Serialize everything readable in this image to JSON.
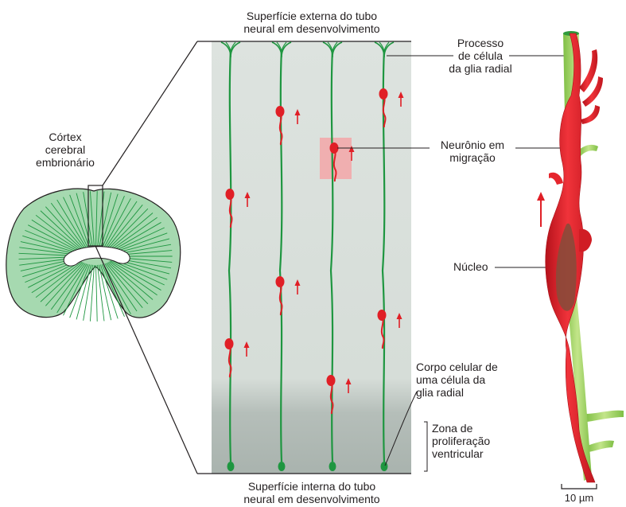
{
  "labels": {
    "top_surface": "Superfície externa do tubo\nneural em desenvolvimento",
    "bottom_surface": "Superfície interna do tubo\nneural em desenvolvimento",
    "cortex": "Córtex\ncerebral\nembrionário",
    "glial_process": "Processo\nde célula\nda glia radial",
    "migrating_neuron": "Neurônio em\nmigração",
    "nucleus": "Núcleo",
    "glial_cell_body": "Corpo celular de\numa célula da\nglia radial",
    "proliferation_zone": "Zona de\nproliferação\nventricular",
    "scale_bar": "10 µm"
  },
  "colors": {
    "glia_fiber": "#1e9640",
    "neuron": "#e01f26",
    "arrow": "#e01f26",
    "panel_bg": "#dfe5e1",
    "panel_bottom": "#aeb7b2",
    "cortex_fill": "#9ed3a8",
    "highlight_box": "#f3a6a8",
    "glia_3d": "#a6d36a",
    "nucleus_3d": "#8b4a3a"
  }
}
